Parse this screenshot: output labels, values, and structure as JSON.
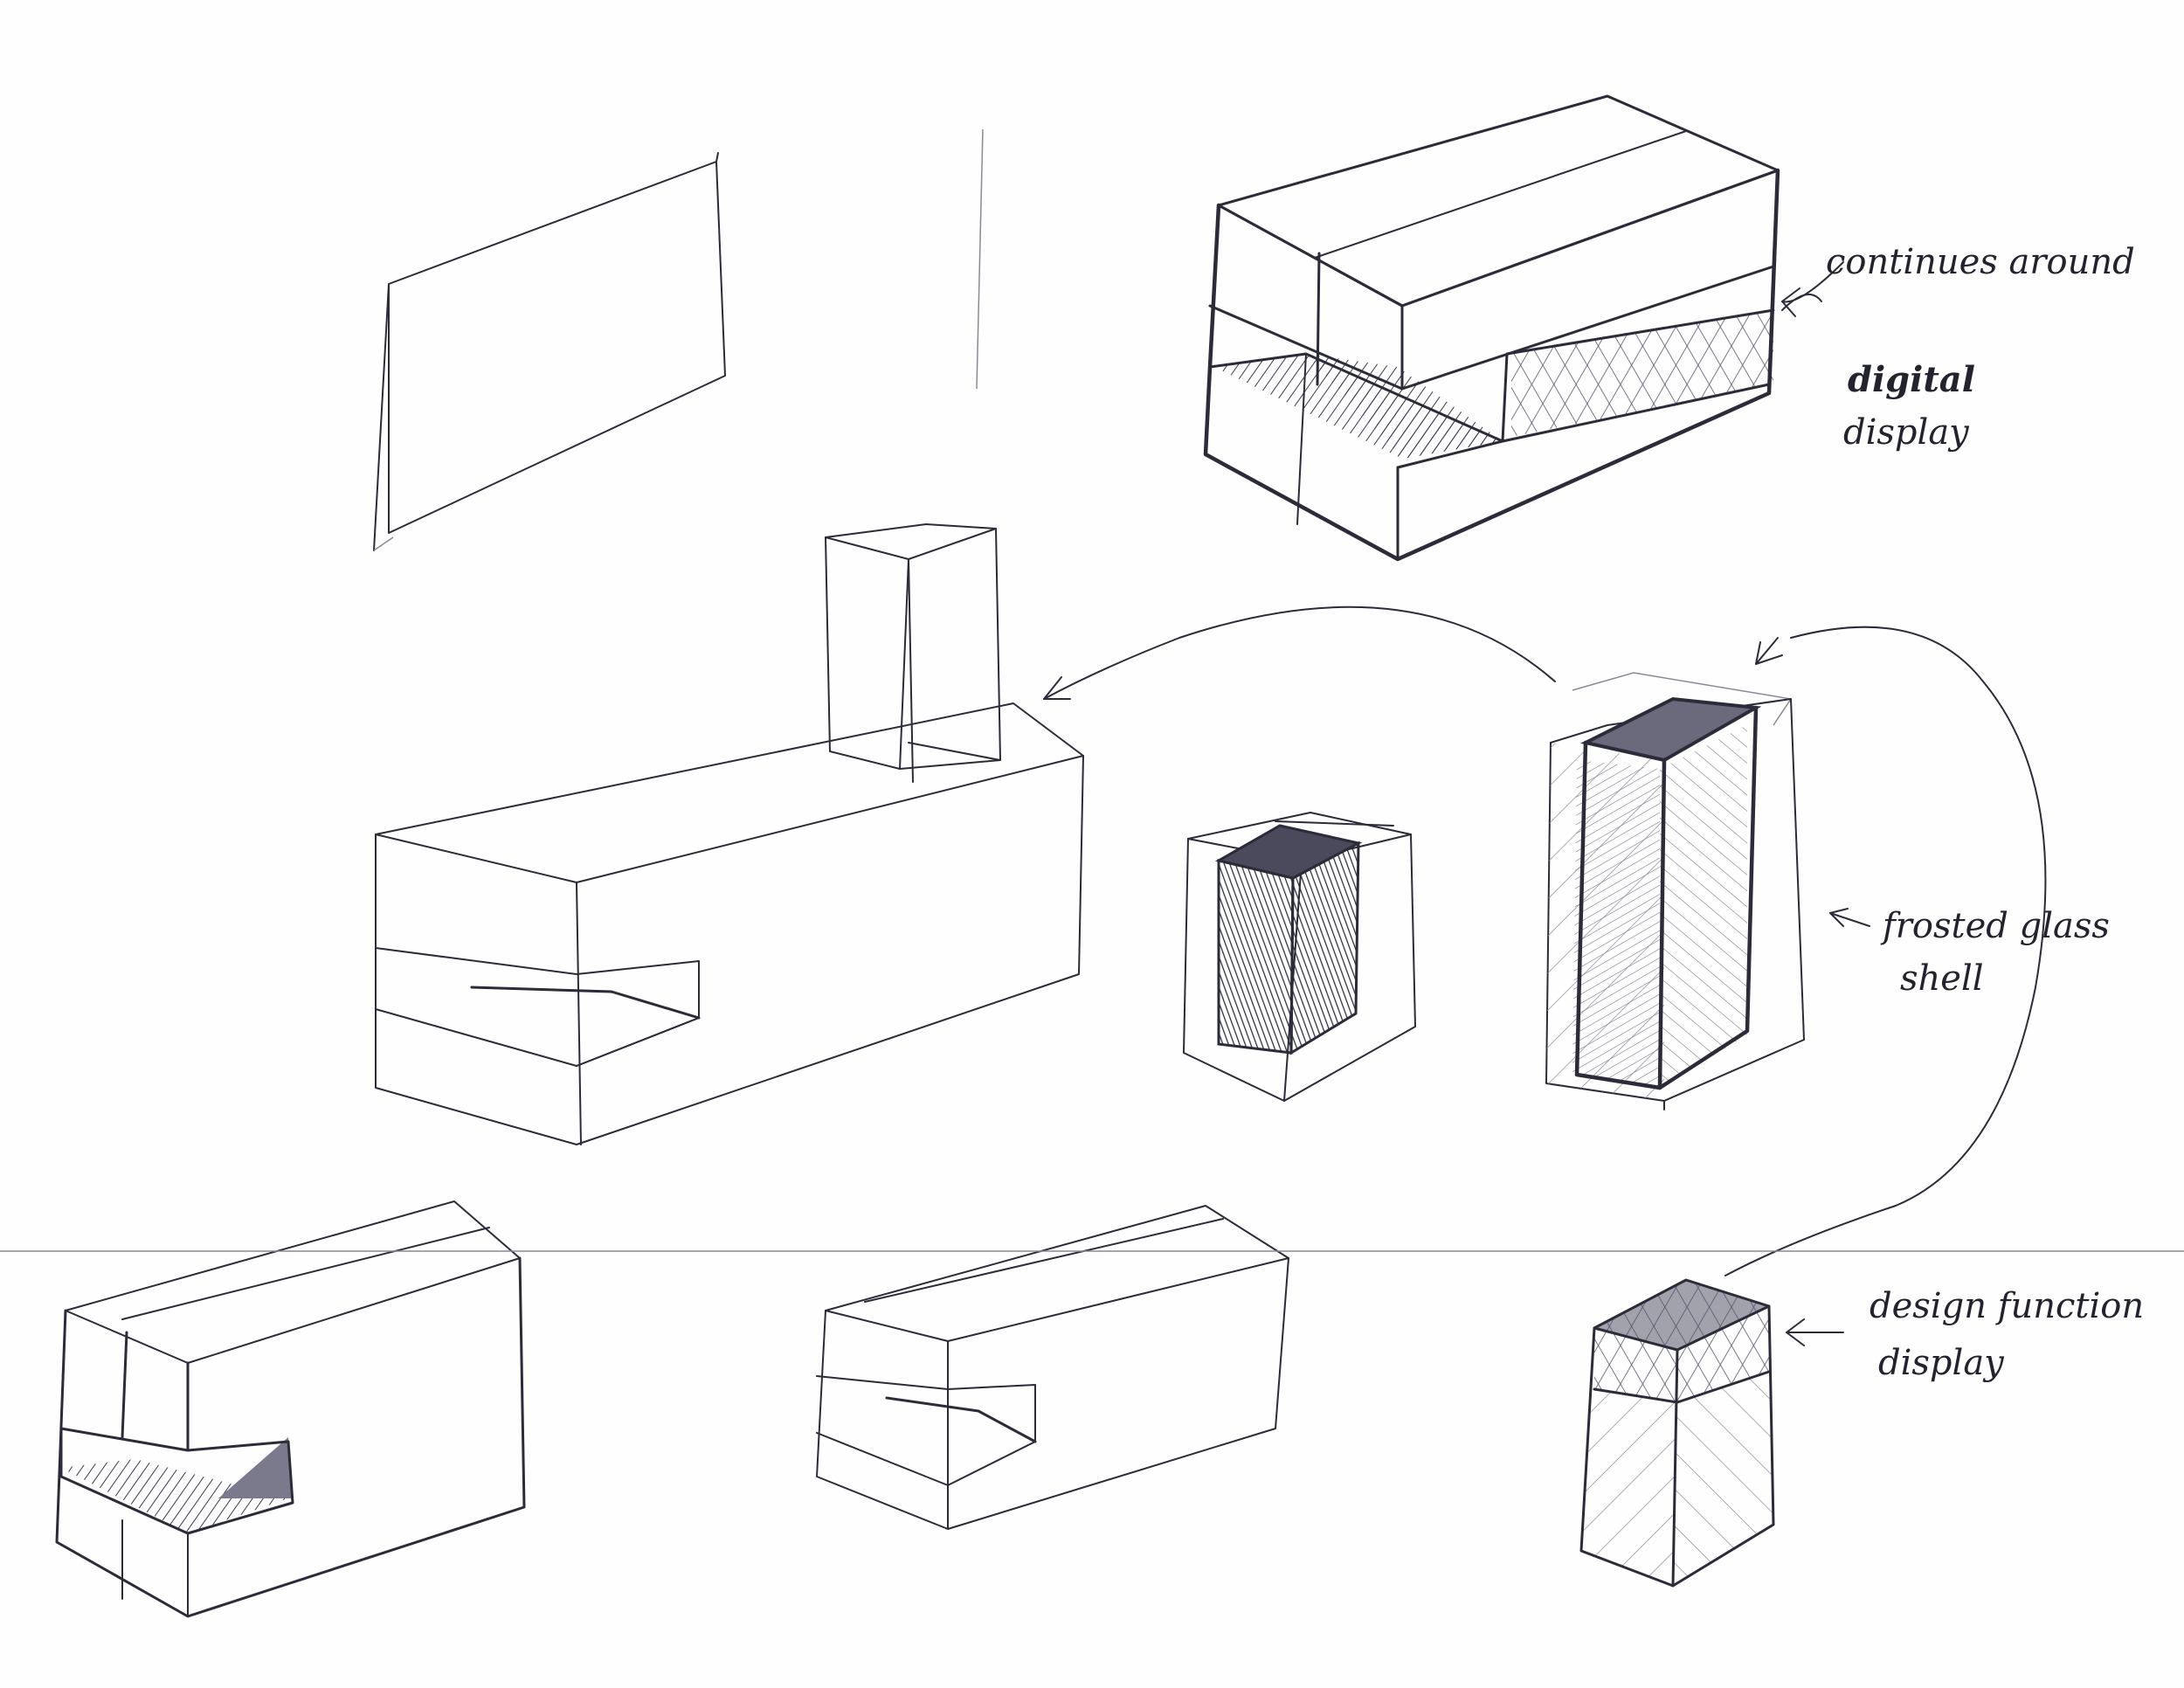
{
  "annotations": {
    "continues_around": "continues around",
    "digital": "digital",
    "display": "display",
    "frosted_glass": "frosted glass",
    "shell": "shell",
    "design_function": "design function",
    "design_display": "display"
  },
  "colors": {
    "ink": "#2b2b3a",
    "paper": "#fefefe",
    "shade_dark": "#3a3a4c",
    "shade_light": "#9a9aa8"
  }
}
